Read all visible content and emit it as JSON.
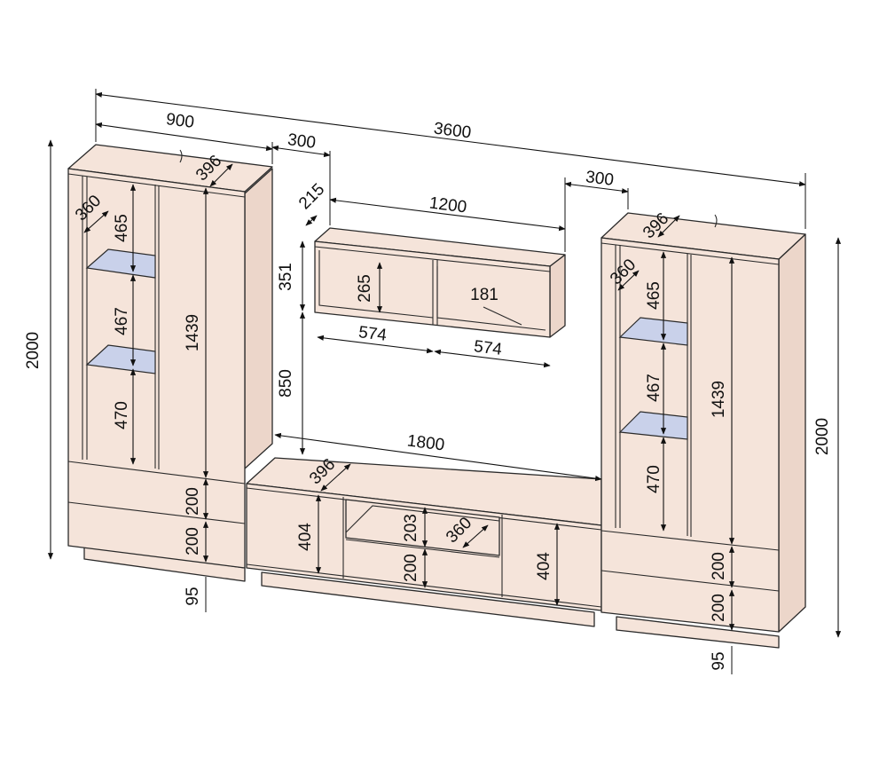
{
  "diagram": {
    "overall": {
      "width": "3600",
      "height_left": "2000",
      "height_right": "2000"
    },
    "left_cabinet": {
      "width": "900",
      "depth": "396",
      "shelf_depth": "360",
      "glass_h1": "465",
      "glass_h2": "467",
      "glass_h3": "470",
      "door_height": "1439",
      "drawer1": "200",
      "drawer2": "200",
      "plinth": "95"
    },
    "gap_left": "300",
    "gap_right": "300",
    "wall_shelf": {
      "depth": "215",
      "width": "1200",
      "height": "351",
      "inner_height": "265",
      "inner_depth": "181",
      "section1": "574",
      "section2": "574"
    },
    "wall_shelf_elevation": "850",
    "tv_unit": {
      "width": "1800",
      "depth": "396",
      "left_door": "404",
      "niche_height": "203",
      "niche_depth": "360",
      "drawer": "200",
      "right_door": "404"
    },
    "right_cabinet": {
      "depth": "396",
      "shelf_depth": "360",
      "glass_h1": "465",
      "glass_h2": "467",
      "glass_h3": "470",
      "door_height": "1439",
      "drawer1": "200",
      "drawer2": "200",
      "plinth": "95"
    },
    "colors": {
      "body": "#f5e4da",
      "glass": "#c9d1ea",
      "line": "#2a2a2a"
    }
  }
}
